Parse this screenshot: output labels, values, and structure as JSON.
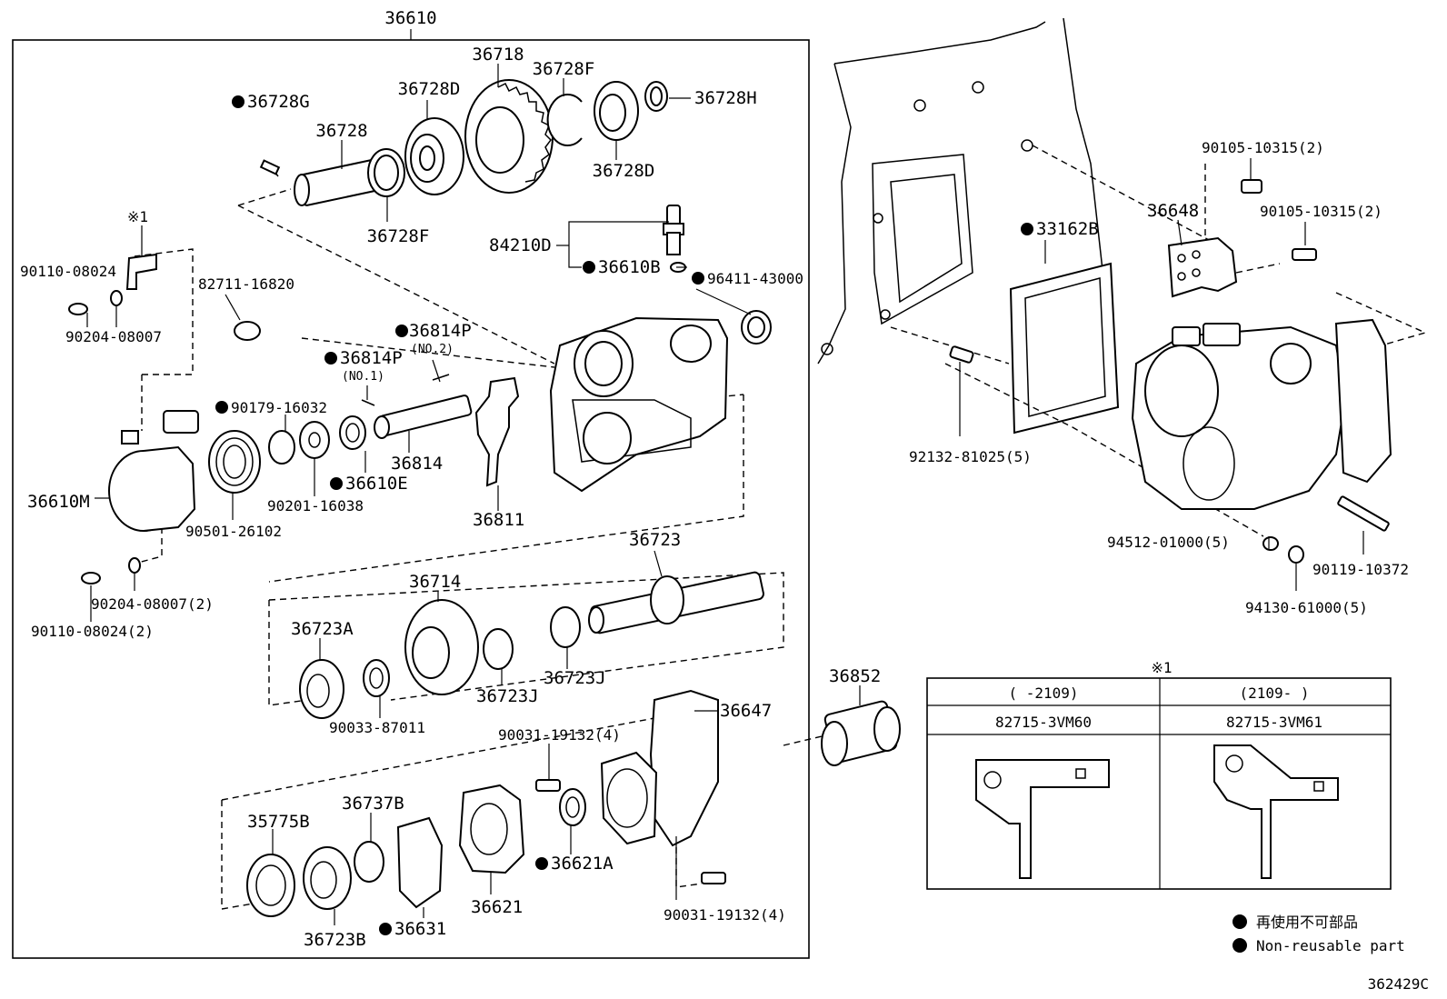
{
  "assembly_number": "36610",
  "figure_number": "362429C",
  "labels": {
    "l_36718": "36718",
    "l_36728F_top": "36728F",
    "l_36728D_top": "36728D",
    "l_36728H": "36728H",
    "l_36728G": "36728G",
    "l_36728": "36728",
    "l_36728D_bot": "36728D",
    "l_36728F_bot": "36728F",
    "l_x1_top": "※1",
    "l_90110_08024": "90110-08024",
    "l_82711_16820": "82711-16820",
    "l_90204_08007": "90204-08007",
    "l_84210D": "84210D",
    "l_36610B": "36610B",
    "l_96411_43000": "96411-43000",
    "l_36814P_no2": "36814P",
    "l_no2": "(NO.2)",
    "l_36814P_no1": "36814P",
    "l_no1": "(NO.1)",
    "l_90179_16032": "90179-16032",
    "l_36814": "36814",
    "l_36610M": "36610M",
    "l_36610E": "36610E",
    "l_90201_16038": "90201-16038",
    "l_90501_26102": "90501-26102",
    "l_36811": "36811",
    "l_90204_08007_2": "90204-08007(2)",
    "l_90110_08024_2": "90110-08024(2)",
    "l_36723": "36723",
    "l_36714": "36714",
    "l_36723A": "36723A",
    "l_36723J_a": "36723J",
    "l_36723J_b": "36723J",
    "l_90033_87011": "90033-87011",
    "l_36647": "36647",
    "l_90031_19132_a": "90031-19132(4)",
    "l_90031_19132_b": "90031-19132(4)",
    "l_35775B": "35775B",
    "l_36737B": "36737B",
    "l_36621A": "36621A",
    "l_36621": "36621",
    "l_36723B": "36723B",
    "l_36631": "36631",
    "l_90105_a": "90105-10315(2)",
    "l_90105_b": "90105-10315(2)",
    "l_36648": "36648",
    "l_33162B": "33162B",
    "l_92132": "92132-81025(5)",
    "l_94512": "94512-01000(5)",
    "l_90119": "90119-10372",
    "l_94130": "94130-61000(5)",
    "l_36852": "36852"
  },
  "variant_table": {
    "title": "※1",
    "col1_range": "(    -2109)",
    "col2_range": "(2109-    )",
    "col1_part": "82715-3VM60",
    "col2_part": "82715-3VM61"
  },
  "legend": {
    "line1": "再使用不可部品",
    "line2": "Non-reusable part"
  }
}
